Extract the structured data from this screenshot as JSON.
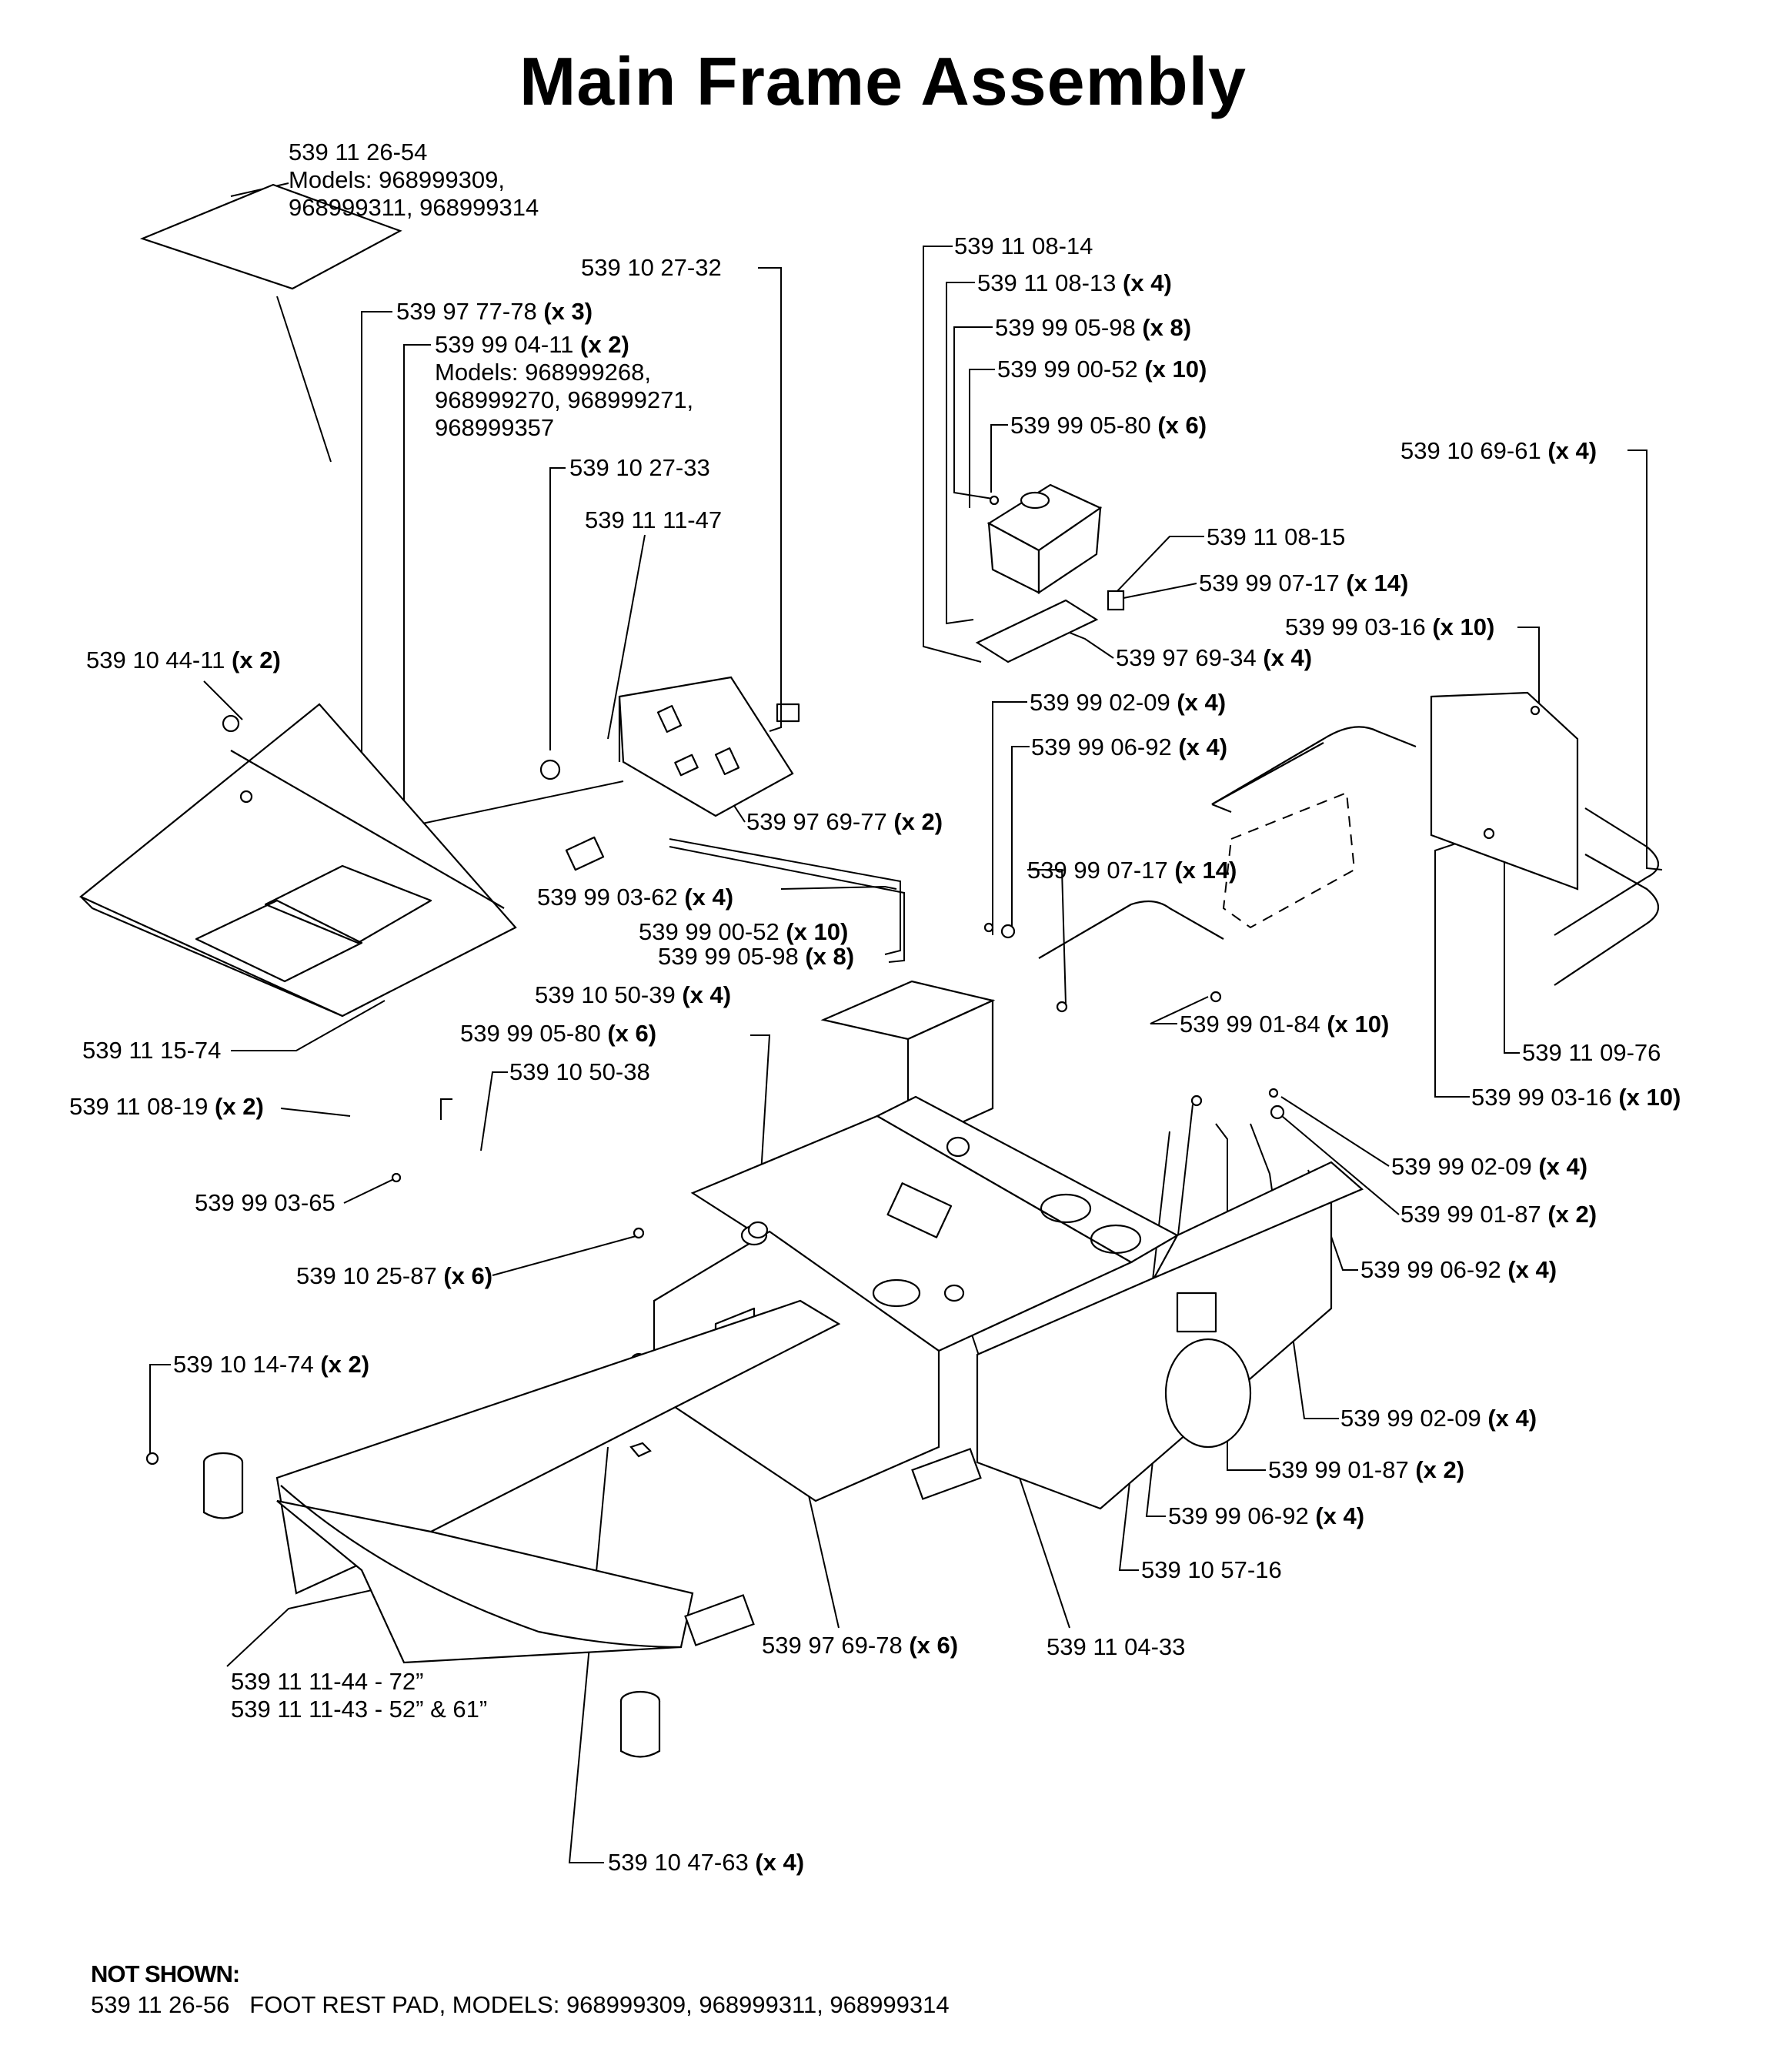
{
  "title": "Main Frame Assembly",
  "labels": [
    {
      "id": "l1",
      "lines": [
        {
          "text": "539 11 26-54"
        },
        {
          "text": "Models: 968999309,"
        },
        {
          "text": "968999311, 968999314"
        }
      ]
    },
    {
      "id": "l2",
      "lines": [
        {
          "text": "539 10 27-32"
        }
      ]
    },
    {
      "id": "l3",
      "lines": [
        {
          "text": "539 97 77-78",
          "qty": "(x 3)"
        }
      ]
    },
    {
      "id": "l4",
      "lines": [
        {
          "text": "539 99 04-11",
          "qty": "(x 2)"
        },
        {
          "text": "Models: 968999268,"
        },
        {
          "text": "968999270, 968999271,"
        },
        {
          "text": "968999357"
        }
      ]
    },
    {
      "id": "l5",
      "lines": [
        {
          "text": "539 10 27-33"
        }
      ]
    },
    {
      "id": "l6",
      "lines": [
        {
          "text": "539 11 11-47"
        }
      ]
    },
    {
      "id": "l7",
      "lines": [
        {
          "text": "539 10 44-11",
          "qty": "(x 2)"
        }
      ]
    },
    {
      "id": "l8",
      "lines": [
        {
          "text": "539 97 69-77",
          "qty": "(x 2)"
        }
      ]
    },
    {
      "id": "l9",
      "lines": [
        {
          "text": "539 99 03-62",
          "qty": "(x 4)"
        }
      ]
    },
    {
      "id": "l10",
      "lines": [
        {
          "text": "539 99 00-52",
          "qty": "(x 10)"
        }
      ]
    },
    {
      "id": "l11",
      "lines": [
        {
          "text": "539 99 05-98",
          "qty": "(x 8)"
        }
      ]
    },
    {
      "id": "l12",
      "lines": [
        {
          "text": "539 11 15-74"
        }
      ]
    },
    {
      "id": "l13",
      "lines": [
        {
          "text": "539 10 50-39",
          "qty": "(x 4)"
        }
      ]
    },
    {
      "id": "l14",
      "lines": [
        {
          "text": "539 99 05-80",
          "qty": "(x 6)"
        }
      ]
    },
    {
      "id": "l15",
      "lines": [
        {
          "text": "539 10 50-38"
        }
      ]
    },
    {
      "id": "l16",
      "lines": [
        {
          "text": "539 11 08-19",
          "qty": "(x 2)"
        }
      ]
    },
    {
      "id": "l17",
      "lines": [
        {
          "text": "539 99 03-65"
        }
      ]
    },
    {
      "id": "l18",
      "lines": [
        {
          "text": "539 10 25-87",
          "qty": "(x 6)"
        }
      ]
    },
    {
      "id": "l19",
      "lines": [
        {
          "text": "539 10 14-74",
          "qty": "(x 2)"
        }
      ]
    },
    {
      "id": "l20",
      "lines": [
        {
          "text": "539 11 11-44 - 72”"
        },
        {
          "text": "539 11 11-43 - 52” & 61”"
        }
      ]
    },
    {
      "id": "l21",
      "lines": [
        {
          "text": "539 97 69-78",
          "qty": "(x 6)"
        }
      ]
    },
    {
      "id": "l22",
      "lines": [
        {
          "text": "539 11 04-33"
        }
      ]
    },
    {
      "id": "l23",
      "lines": [
        {
          "text": "539 10 47-63",
          "qty": "(x 4)"
        }
      ]
    },
    {
      "id": "l24",
      "lines": [
        {
          "text": "539 11 08-14"
        }
      ]
    },
    {
      "id": "l25",
      "lines": [
        {
          "text": "539 11 08-13",
          "qty": "(x 4)"
        }
      ]
    },
    {
      "id": "l26",
      "lines": [
        {
          "text": "539 99 05-98",
          "qty": "(x 8)"
        }
      ]
    },
    {
      "id": "l27",
      "lines": [
        {
          "text": "539 99 00-52",
          "qty": "(x 10)"
        }
      ]
    },
    {
      "id": "l28",
      "lines": [
        {
          "text": "539 99 05-80",
          "qty": "(x 6)"
        }
      ]
    },
    {
      "id": "l29",
      "lines": [
        {
          "text": "539 10 69-61",
          "qty": "(x 4)"
        }
      ]
    },
    {
      "id": "l30",
      "lines": [
        {
          "text": "539 11 08-15"
        }
      ]
    },
    {
      "id": "l31",
      "lines": [
        {
          "text": "539 99 07-17",
          "qty": "(x 14)"
        }
      ]
    },
    {
      "id": "l32",
      "lines": [
        {
          "text": "539 99 03-16",
          "qty": "(x 10)"
        }
      ]
    },
    {
      "id": "l33",
      "lines": [
        {
          "text": "539 97 69-34",
          "qty": "(x 4)"
        }
      ]
    },
    {
      "id": "l34",
      "lines": [
        {
          "text": "539 99 02-09",
          "qty": "(x 4)"
        }
      ]
    },
    {
      "id": "l35",
      "lines": [
        {
          "text": "539 99 06-92",
          "qty": "(x 4)"
        }
      ]
    },
    {
      "id": "l36",
      "lines": [
        {
          "text": "539 99 07-17",
          "qty": "(x 14)"
        }
      ]
    },
    {
      "id": "l37",
      "lines": [
        {
          "text": "539 99 01-84",
          "qty": "(x 10)"
        }
      ]
    },
    {
      "id": "l38",
      "lines": [
        {
          "text": "539 11 09-76"
        }
      ]
    },
    {
      "id": "l39",
      "lines": [
        {
          "text": "539 99 03-16",
          "qty": "(x 10)"
        }
      ]
    },
    {
      "id": "l40",
      "lines": [
        {
          "text": "539 99 02-09",
          "qty": "(x 4)"
        }
      ]
    },
    {
      "id": "l41",
      "lines": [
        {
          "text": "539 99 01-87",
          "qty": "(x 2)"
        }
      ]
    },
    {
      "id": "l42",
      "lines": [
        {
          "text": "539 99 06-92",
          "qty": "(x 4)"
        }
      ]
    },
    {
      "id": "l43",
      "lines": [
        {
          "text": "539 99 02-09",
          "qty": "(x 4)"
        }
      ]
    },
    {
      "id": "l44",
      "lines": [
        {
          "text": "539 99 01-87",
          "qty": "(x 2)"
        }
      ]
    },
    {
      "id": "l45",
      "lines": [
        {
          "text": "539 99 06-92",
          "qty": "(x 4)"
        }
      ]
    },
    {
      "id": "l46",
      "lines": [
        {
          "text": "539 10 57-16"
        }
      ]
    }
  ],
  "not_shown": {
    "heading": "NOT SHOWN:",
    "line": "539 11 26-56   FOOT REST PAD, MODELS: 968999309, 968999311, 968999314"
  }
}
